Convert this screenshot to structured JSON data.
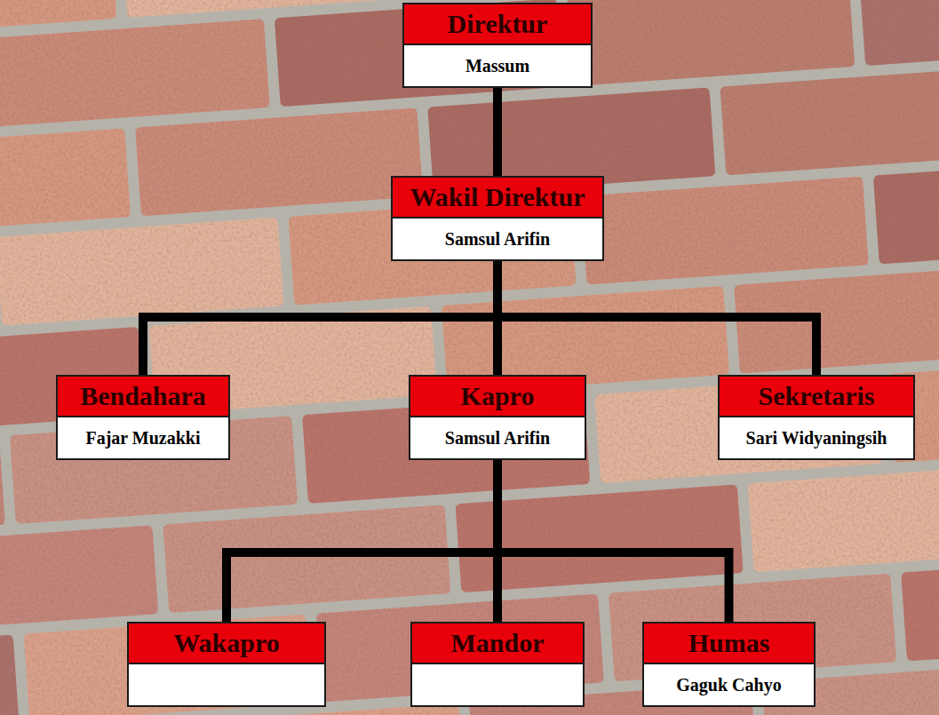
{
  "diagram": {
    "nodes": [
      {
        "text": [
          "Direktur",
          "Massum"
        ]
      },
      {
        "text": [
          "Wakil Direktur",
          "Samsul Arifin"
        ]
      },
      {
        "text": [
          "Bendahara",
          "Fajar Muzakki"
        ]
      },
      {
        "text": [
          "Kapro",
          "Samsul Arifin"
        ]
      },
      {
        "text": [
          "Sekretaris",
          "Sari Widyaningsih"
        ]
      },
      {
        "text": [
          "Wakapro"
        ]
      },
      {
        "text": [
          "Mandor"
        ]
      },
      {
        "text": [
          "Humas",
          "Gaguk Cahyo"
        ]
      }
    ],
    "edges": [
      {
        "from": 0,
        "to": 1,
        "arrow": "none"
      },
      {
        "from": 1,
        "to": 2,
        "arrow": "none"
      },
      {
        "from": 1,
        "to": 3,
        "arrow": "none"
      },
      {
        "from": 1,
        "to": 4,
        "arrow": "none"
      },
      {
        "from": 3,
        "to": 5,
        "arrow": "none"
      },
      {
        "from": 3,
        "to": 6,
        "arrow": "none"
      },
      {
        "from": 3,
        "to": 7,
        "arrow": "none"
      }
    ]
  }
}
